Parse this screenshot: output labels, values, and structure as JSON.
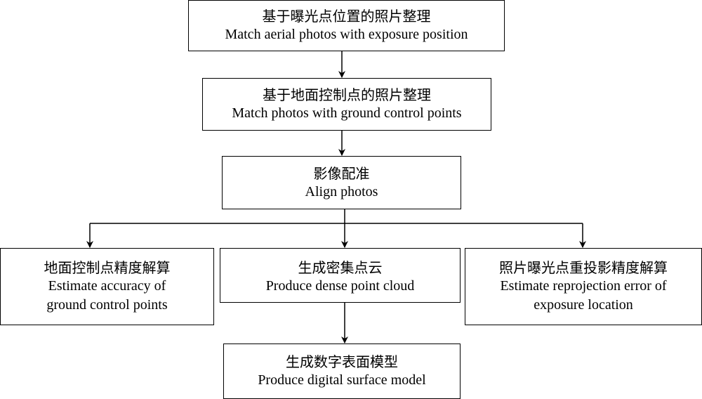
{
  "diagram": {
    "nodes": [
      {
        "id": "b1",
        "zh": "基于曝光点位置的照片整理",
        "en": [
          "Match aerial photos with exposure position"
        ]
      },
      {
        "id": "b2",
        "zh": "基于地面控制点的照片整理",
        "en": [
          "Match photos with ground control points"
        ]
      },
      {
        "id": "b3",
        "zh": "影像配准",
        "en": [
          "Align photos"
        ]
      },
      {
        "id": "b4",
        "zh": "地面控制点精度解算",
        "en": [
          "Estimate accuracy of",
          "ground control points"
        ]
      },
      {
        "id": "b5",
        "zh": "生成密集点云",
        "en": [
          "Produce dense point cloud"
        ]
      },
      {
        "id": "b6",
        "zh": "照片曝光点重投影精度解算",
        "en": [
          "Estimate reprojection error of",
          "exposure location"
        ]
      },
      {
        "id": "b7",
        "zh": "生成数字表面模型",
        "en": [
          "Produce digital surface model"
        ]
      }
    ],
    "edges": [
      {
        "from": "b1",
        "to": "b2"
      },
      {
        "from": "b2",
        "to": "b3"
      },
      {
        "from": "b3",
        "to": "b4"
      },
      {
        "from": "b3",
        "to": "b5"
      },
      {
        "from": "b3",
        "to": "b6"
      },
      {
        "from": "b5",
        "to": "b7"
      }
    ],
    "line_color": "#000000"
  }
}
